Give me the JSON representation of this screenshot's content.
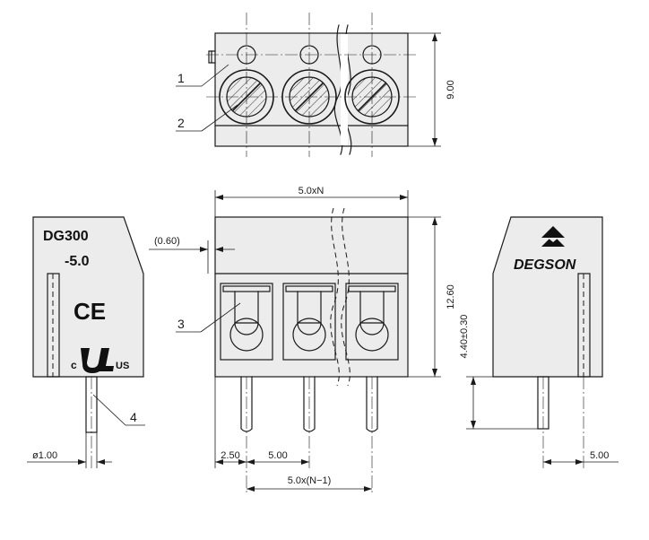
{
  "dimensions": {
    "width_top": "9.00",
    "pitch_total": "5.0xN",
    "wall": "(0.60)",
    "height": "12.60",
    "pin_length": "4.40±0.30",
    "pin_diameter": "ø1.00",
    "edge_offset": "2.50",
    "pitch": "5.00",
    "pitch_span": "5.0x(N−1)",
    "side_pitch": "5.00"
  },
  "callouts": [
    "1",
    "2",
    "3",
    "4"
  ],
  "marking": {
    "model_line1": "DG300",
    "model_line2": "-5.0",
    "ce": "CE",
    "ul_c": "c",
    "ul_us": "US",
    "brand": "DEGSON"
  }
}
